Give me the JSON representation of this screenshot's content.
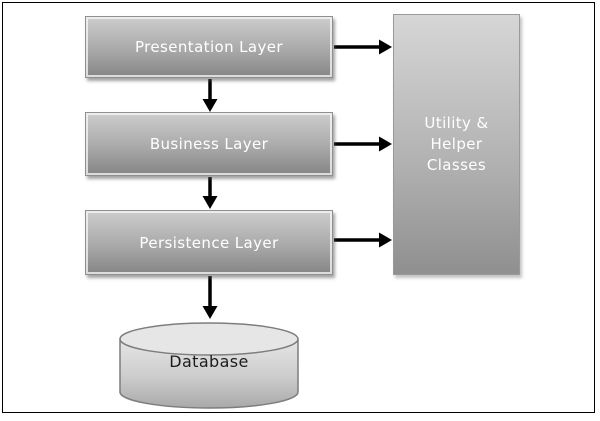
{
  "diagram": {
    "type": "layered-architecture",
    "nodes": {
      "presentation": {
        "label": "Presentation Layer"
      },
      "business": {
        "label": "Business Layer"
      },
      "persistence": {
        "label": "Persistence Layer"
      },
      "utility": {
        "lines": [
          "Utility &",
          "Helper",
          "Classes"
        ]
      },
      "database": {
        "label": "Database"
      }
    },
    "edges": [
      {
        "from": "presentation",
        "to": "business",
        "direction": "down"
      },
      {
        "from": "business",
        "to": "persistence",
        "direction": "down"
      },
      {
        "from": "persistence",
        "to": "database",
        "direction": "down"
      },
      {
        "from": "presentation",
        "to": "utility",
        "direction": "right"
      },
      {
        "from": "business",
        "to": "utility",
        "direction": "right"
      },
      {
        "from": "persistence",
        "to": "utility",
        "direction": "right"
      }
    ],
    "style": {
      "box_gradient_top": "#cdcdcd",
      "box_gradient_bottom": "#858585",
      "box_border": "#8f8f8f",
      "box_text_color": "#ffffff",
      "cylinder_gradient_top": "#e6e6e6",
      "cylinder_gradient_bottom": "#a9a9a9",
      "cylinder_border": "#7d7d7d",
      "database_text_color": "#1c1c1c",
      "arrow_color": "#000000",
      "frame_color": "#000000",
      "background": "#ffffff"
    }
  }
}
